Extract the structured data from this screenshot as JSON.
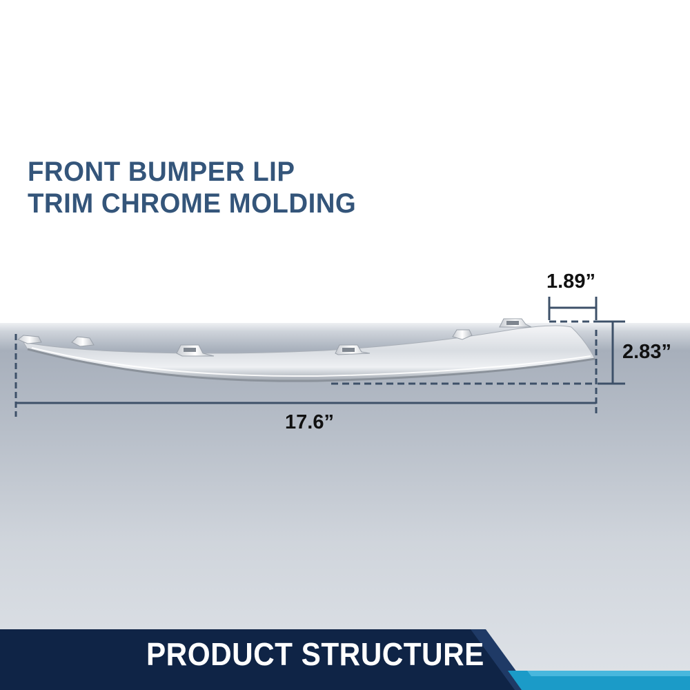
{
  "title": {
    "line1": "FRONT BUMPER LIP",
    "line2": "TRIM CHROME MOLDING"
  },
  "dimensions": {
    "length": "17.6”",
    "height": "2.83”",
    "depth": "1.89”"
  },
  "banner": {
    "label": "PRODUCT STRUCTURE"
  },
  "colors": {
    "title": "#34557a",
    "dimension_lines": "#3d5068",
    "banner_dark": "#0f2446",
    "banner_accent": "#1b9bc8"
  }
}
